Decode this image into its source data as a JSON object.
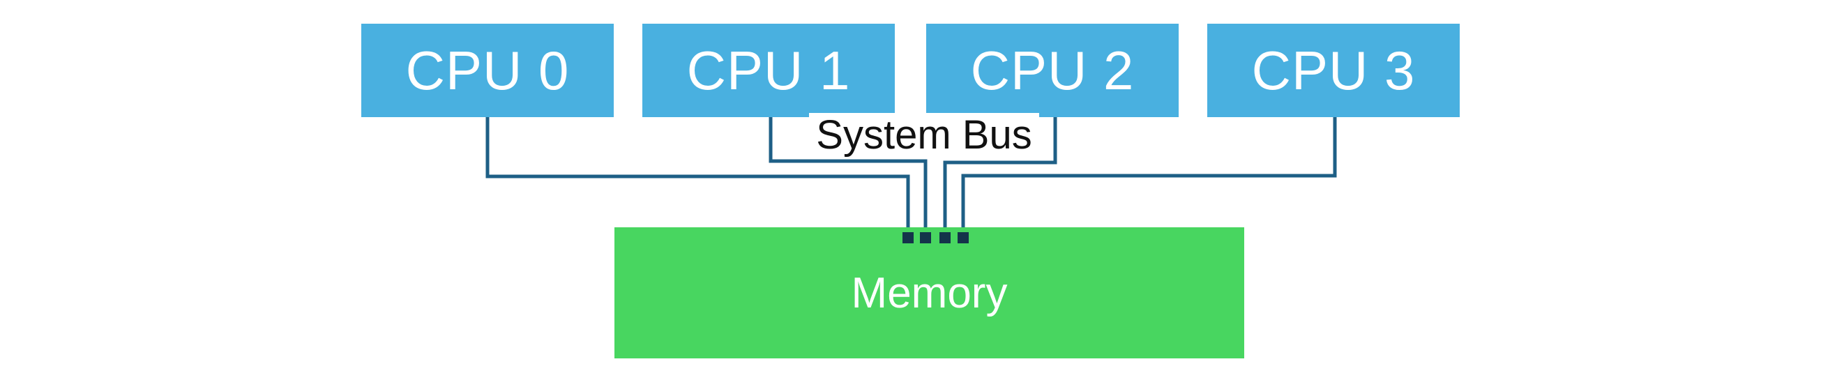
{
  "cpus": [
    {
      "label": "CPU 0"
    },
    {
      "label": "CPU 1"
    },
    {
      "label": "CPU 2"
    },
    {
      "label": "CPU 3"
    }
  ],
  "bus": {
    "label": "System Bus"
  },
  "memory": {
    "label": "Memory"
  },
  "colors": {
    "cpu_fill": "#49b0e0",
    "memory_fill": "#48d660",
    "wire": "#1e5f86",
    "port": "#14344a",
    "text_on_block": "#ffffff"
  }
}
